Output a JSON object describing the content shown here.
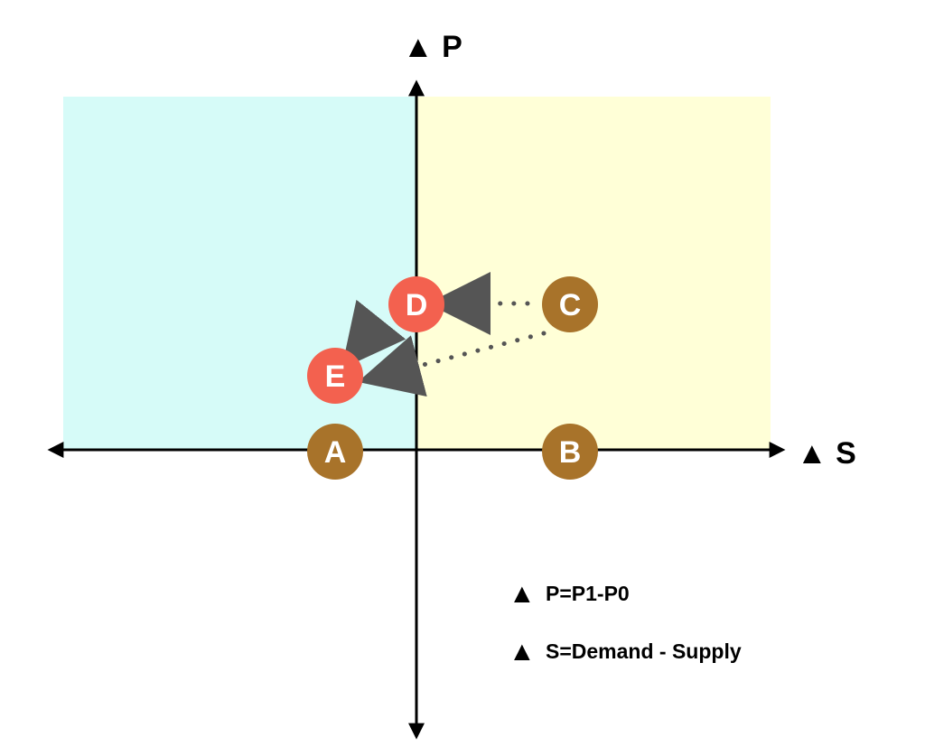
{
  "axes": {
    "y_label": "▲ P",
    "x_label": "▲ S"
  },
  "quadrants": {
    "left_color": "#D6FBF8",
    "right_color": "#FFFFD7"
  },
  "points": [
    {
      "id": "A",
      "label": "A",
      "color": "#A8732A"
    },
    {
      "id": "B",
      "label": "B",
      "color": "#A8732A"
    },
    {
      "id": "C",
      "label": "C",
      "color": "#A8732A"
    },
    {
      "id": "D",
      "label": "D",
      "color": "#F3614F"
    },
    {
      "id": "E",
      "label": "E",
      "color": "#F3614F"
    }
  ],
  "arrows": [
    {
      "from": "C",
      "to": "D"
    },
    {
      "from": "D",
      "to": "E"
    },
    {
      "from": "C",
      "to": "E"
    }
  ],
  "legend": [
    {
      "symbol": "▲",
      "text": "P=P1-P0"
    },
    {
      "symbol": "▲",
      "text": "S=Demand - Supply"
    }
  ]
}
